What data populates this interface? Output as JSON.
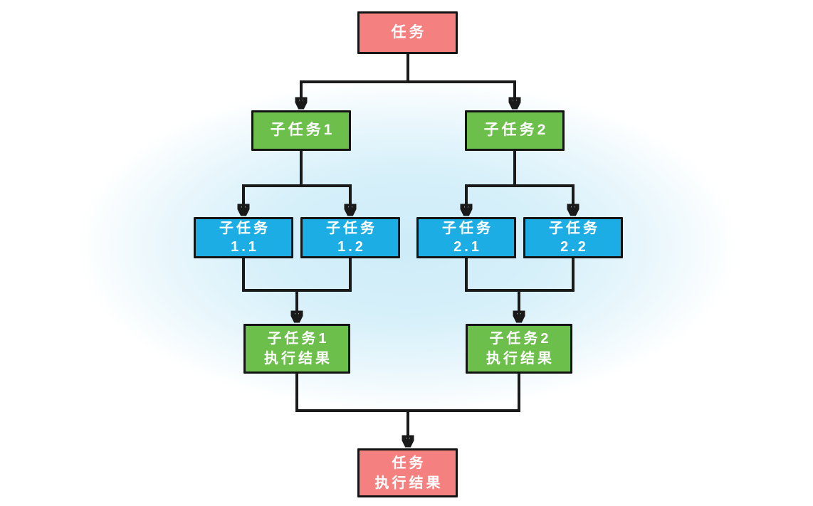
{
  "diagram": {
    "type": "flowchart",
    "description_labels": {
      "root": "任务",
      "root_result": "任务 执行结果"
    },
    "nodes": {
      "task": {
        "label": "任务"
      },
      "subtask1": {
        "label": "子任务1"
      },
      "subtask2": {
        "label": "子任务2"
      },
      "subtask11": {
        "label_line1": "子任务",
        "label_line2": "1.1"
      },
      "subtask12": {
        "label_line1": "子任务",
        "label_line2": "1.2"
      },
      "subtask21": {
        "label_line1": "子任务",
        "label_line2": "2.1"
      },
      "subtask22": {
        "label_line1": "子任务",
        "label_line2": "2.2"
      },
      "result1": {
        "label_line1": "子任务1",
        "label_line2": "执行结果"
      },
      "result2": {
        "label_line1": "子任务2",
        "label_line2": "执行结果"
      },
      "task_result": {
        "label_line1": "任务",
        "label_line2": "执行结果"
      }
    },
    "edges": [
      "task->subtask1",
      "task->subtask2",
      "subtask1->subtask11",
      "subtask1->subtask12",
      "subtask2->subtask21",
      "subtask2->subtask22",
      "subtask11->result1",
      "subtask12->result1",
      "subtask21->result2",
      "subtask22->result2",
      "result1->task_result",
      "result2->task_result"
    ],
    "colors": {
      "task_fill": "#f58080",
      "group_fill": "#6cbf4b",
      "leaf_fill": "#1cade4",
      "node_border": "#141414",
      "connector": "#1a1a1a",
      "node_text": "#ffffff",
      "background_glow": "#cdecf8",
      "background": "#ffffff"
    }
  }
}
